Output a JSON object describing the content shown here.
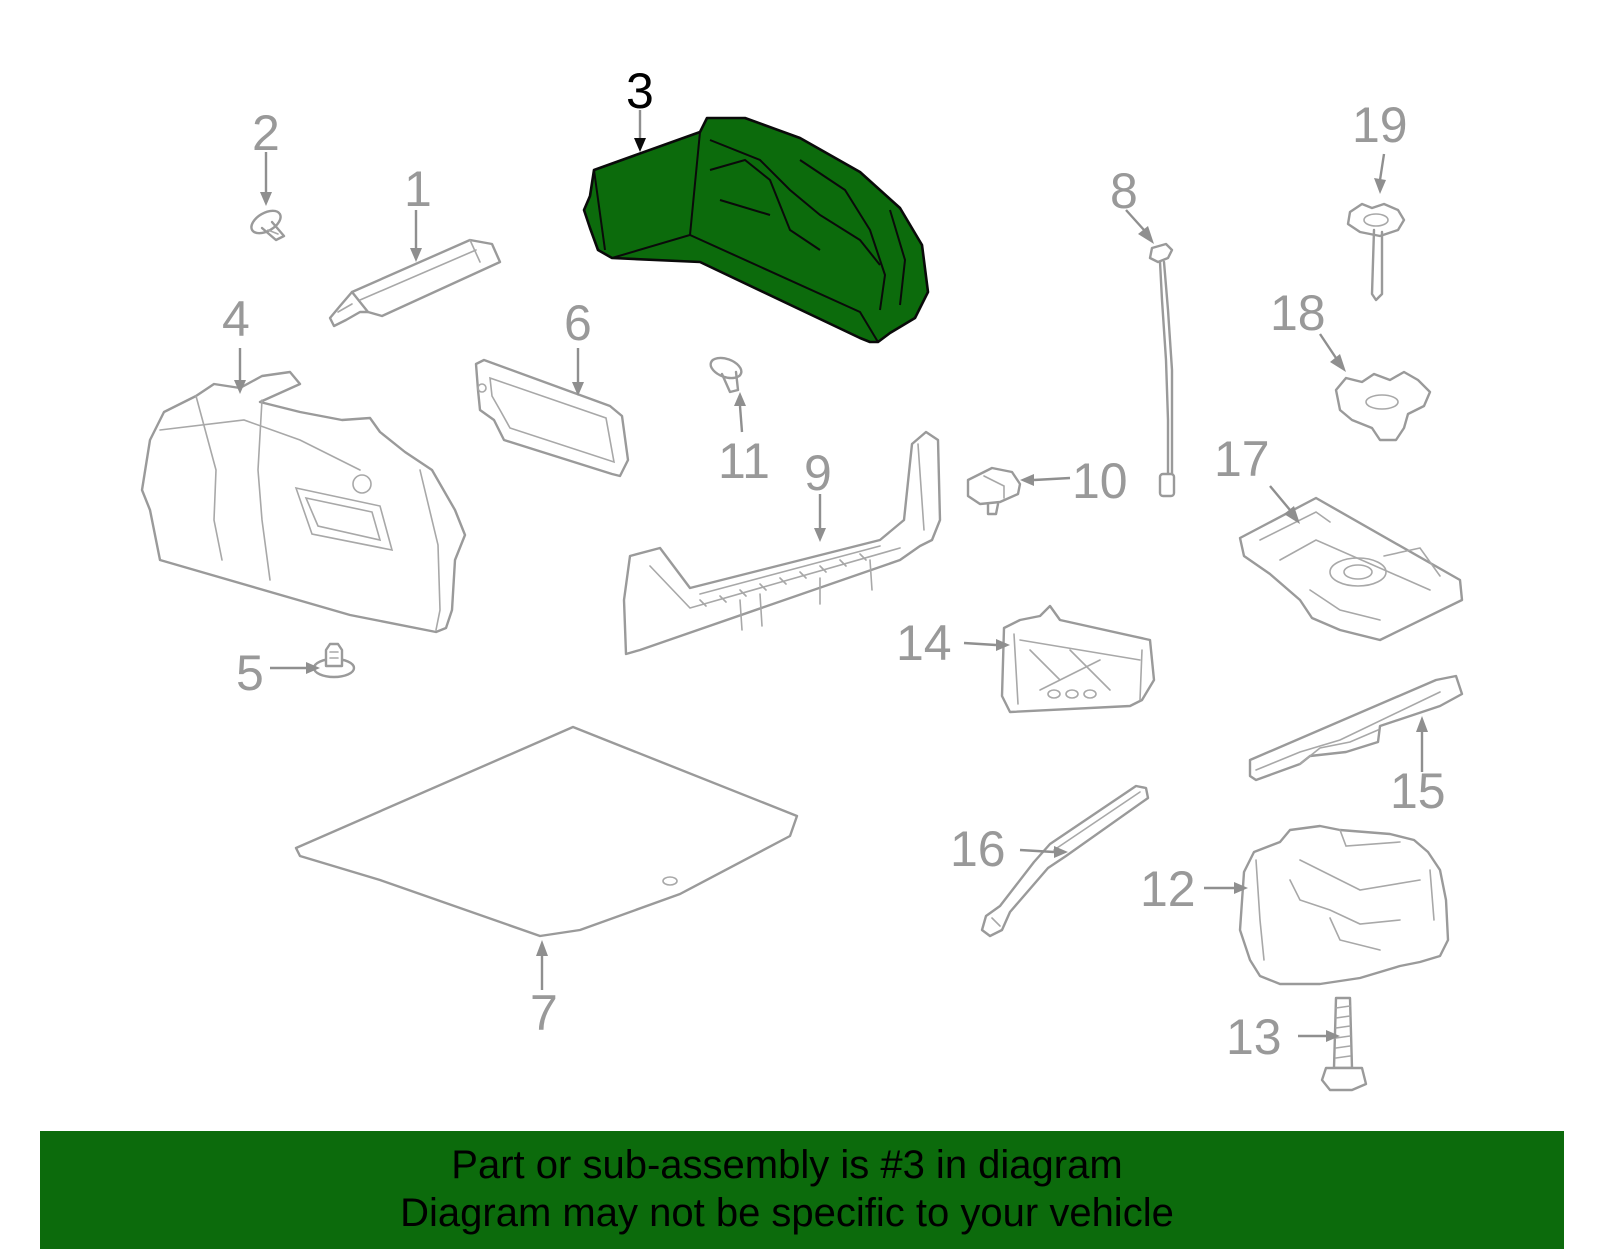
{
  "diagram": {
    "highlighted_part": "3",
    "callouts": [
      "1",
      "2",
      "3",
      "4",
      "5",
      "6",
      "7",
      "8",
      "9",
      "10",
      "11",
      "12",
      "13",
      "14",
      "15",
      "16",
      "17",
      "18",
      "19"
    ]
  },
  "banner": {
    "line1": "Part or sub-assembly is #3 in diagram",
    "line2": "Diagram may not be specific to your vehicle"
  },
  "colors": {
    "highlight": "#0c6b0c",
    "part_outline": "#9a9a9a",
    "banner_background": "#0c6b0c"
  }
}
